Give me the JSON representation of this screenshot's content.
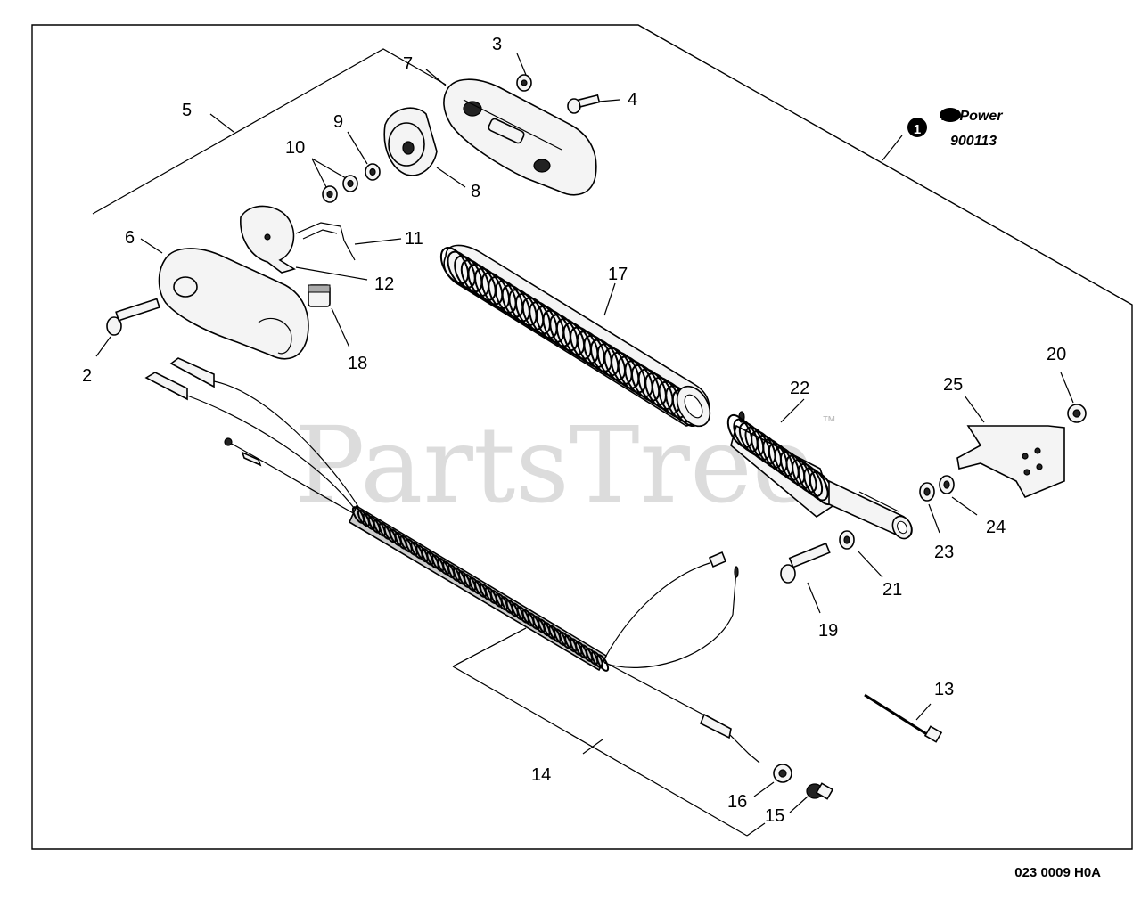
{
  "watermark": {
    "text": "PartsTree",
    "tm": "™"
  },
  "kit": {
    "marker": "1",
    "brand": "RePower",
    "part_number": "900113"
  },
  "drawing_code": "023 0009 H0A",
  "callouts": [
    "2",
    "3",
    "4",
    "5",
    "6",
    "7",
    "8",
    "9",
    "10",
    "11",
    "12",
    "13",
    "14",
    "15",
    "16",
    "17",
    "18",
    "19",
    "20",
    "21",
    "22",
    "23",
    "24",
    "25"
  ]
}
